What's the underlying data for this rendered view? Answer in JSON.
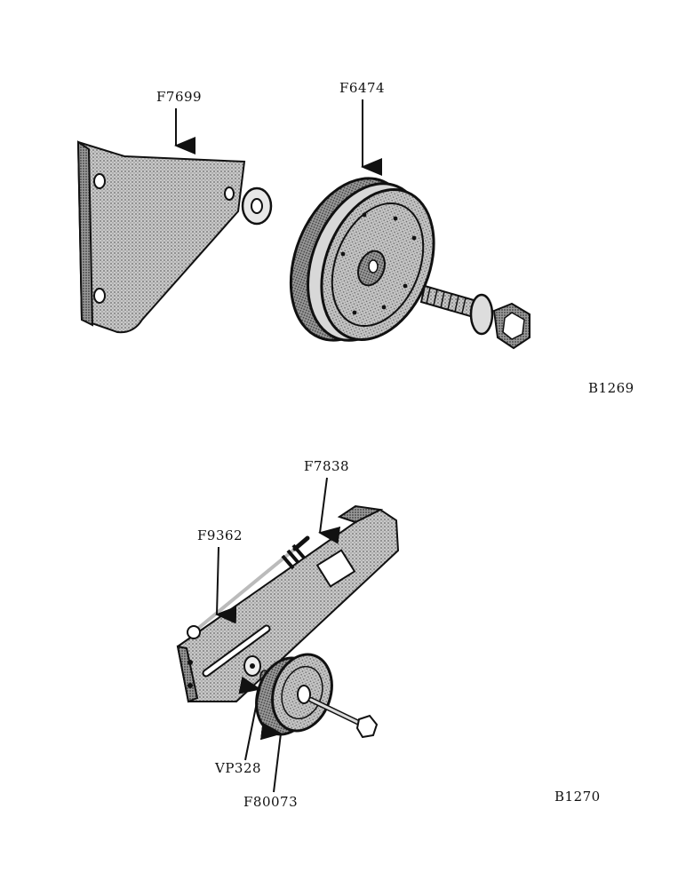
{
  "labels": {
    "top_bracket": "F7699",
    "top_pulley": "F6474",
    "top_figure_code": "B1269",
    "bottom_bracket": "F7838",
    "bottom_rod": "F9362",
    "bottom_spacer": "VP328",
    "bottom_pulley": "F80073",
    "bottom_figure_code": "B1270"
  }
}
